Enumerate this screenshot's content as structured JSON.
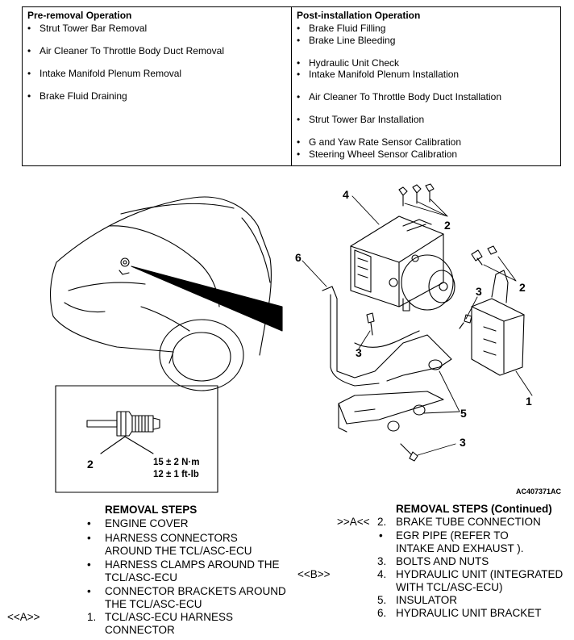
{
  "operations": {
    "pre_removal": {
      "heading": "Pre-removal Operation",
      "items": [
        "Strut Tower Bar Removal",
        "Air Cleaner To Throttle Body Duct Removal",
        "Intake Manifold Plenum Removal",
        "Brake Fluid Draining"
      ]
    },
    "post_installation": {
      "heading": "Post-installation Operation",
      "items": [
        "Brake Fluid Filling",
        "Brake Line Bleeding",
        "Hydraulic Unit Check",
        "Intake Manifold Plenum Installation",
        "Air Cleaner To Throttle Body Duct Installation",
        "Strut Tower Bar Installation",
        "G and Yaw Rate Sensor Calibration",
        "Steering Wheel Sensor Calibration"
      ]
    },
    "bullet": "•"
  },
  "diagram": {
    "callouts": {
      "c1": "1",
      "c2a": "2",
      "c2b": "2",
      "c3a": "3",
      "c3b": "3",
      "c3c": "3",
      "c4": "4",
      "c5": "5",
      "c6": "6",
      "c2_detail": "2"
    },
    "torque": {
      "line1": "15 ± 2 N·m",
      "line2": "12 ± 1 ft-lb"
    },
    "figure_code": "AC407371AC"
  },
  "removal_left": {
    "heading": "REMOVAL STEPS",
    "steps": [
      {
        "marker": "•",
        "number": "",
        "lines": [
          "ENGINE COVER"
        ],
        "tag": ""
      },
      {
        "marker": "•",
        "number": "",
        "lines": [
          "HARNESS CONNECTORS",
          "AROUND THE TCL/ASC-ECU"
        ],
        "tag": ""
      },
      {
        "marker": "•",
        "number": "",
        "lines": [
          "HARNESS CLAMPS AROUND THE",
          "TCL/ASC-ECU"
        ],
        "tag": ""
      },
      {
        "marker": "•",
        "number": "",
        "lines": [
          "CONNECTOR BRACKETS AROUND",
          "THE TCL/ASC-ECU"
        ],
        "tag": ""
      },
      {
        "marker": "",
        "number": "1.",
        "lines": [
          "TCL/ASC-ECU HARNESS",
          "CONNECTOR"
        ],
        "tag": "<<A>>"
      }
    ]
  },
  "removal_right": {
    "heading": "REMOVAL STEPS (Continued)",
    "steps": [
      {
        "marker": "",
        "number": "2.",
        "lines": [
          "BRAKE TUBE CONNECTION"
        ],
        "tag": ">>A<<"
      },
      {
        "marker": "•",
        "number": "",
        "lines": [
          "EGR PIPE (REFER TO",
          "INTAKE AND EXHAUST           )."
        ],
        "tag": ""
      },
      {
        "marker": "",
        "number": "3.",
        "lines": [
          "BOLTS AND NUTS"
        ],
        "tag": ""
      },
      {
        "marker": "",
        "number": "4.",
        "lines": [
          "HYDRAULIC UNIT (INTEGRATED",
          "WITH TCL/ASC-ECU)"
        ],
        "tag": "<<B>>"
      },
      {
        "marker": "",
        "number": "5.",
        "lines": [
          "INSULATOR"
        ],
        "tag": ""
      },
      {
        "marker": "",
        "number": "6.",
        "lines": [
          "HYDRAULIC UNIT BRACKET"
        ],
        "tag": ""
      }
    ]
  }
}
